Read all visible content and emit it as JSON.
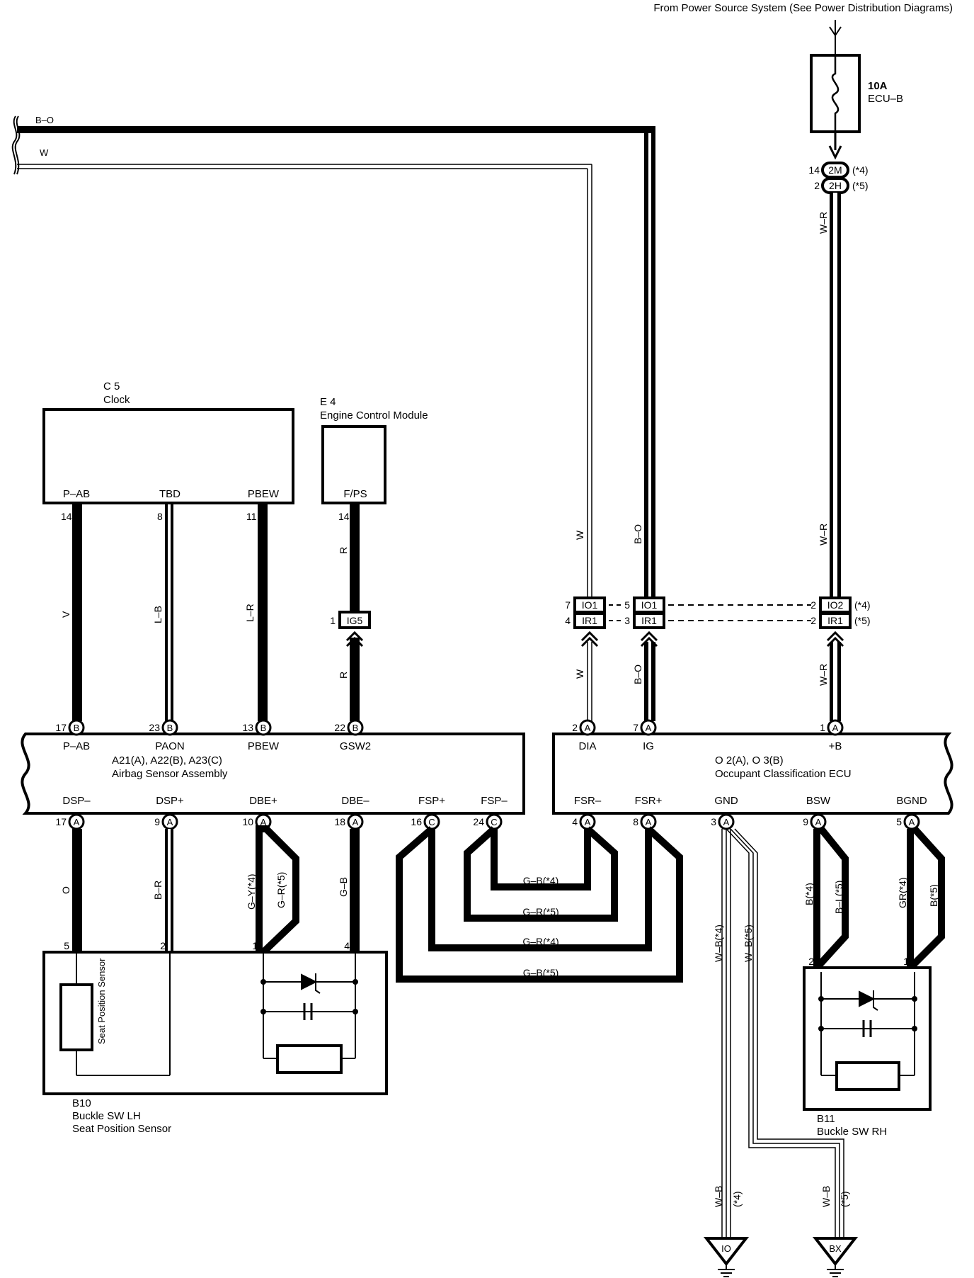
{
  "header": {
    "source_note": "From Power Source System  (See Power Distribution Diagrams)"
  },
  "fuse": {
    "rating": "10A",
    "name": "ECU–B"
  },
  "fuse_connectors": [
    {
      "pin": "14",
      "code": "2M",
      "note": "(*4)"
    },
    {
      "pin": "2",
      "code": "2H",
      "note": "(*5)"
    }
  ],
  "top_wires": {
    "bo": "B–O",
    "w": "W"
  },
  "clock": {
    "ref": "C 5",
    "name": "Clock",
    "terms": [
      "P–AB",
      "TBD",
      "PBEW"
    ],
    "pins": [
      "14",
      "8",
      "11"
    ],
    "wires": [
      "V",
      "L–B",
      "L–R"
    ]
  },
  "ecm": {
    "ref": "E 4",
    "name": "Engine Control Module",
    "term": "F/PS",
    "pin": "14",
    "wire_top": "R",
    "wire_bot": "R",
    "junction": {
      "pin": "1",
      "code": "IG5"
    }
  },
  "airbag": {
    "ref": "A21(A), A22(B), A23(C)",
    "name": "Airbag Sensor Assembly",
    "top_terms": [
      "P–AB",
      "PAON",
      "PBEW",
      "GSW2"
    ],
    "top_pins": [
      "17",
      "23",
      "13",
      "22"
    ],
    "top_letters": [
      "B",
      "B",
      "B",
      "B"
    ],
    "bot_terms": [
      "DSP–",
      "DSP+",
      "DBE+",
      "DBE–",
      "FSP+",
      "FSP–"
    ],
    "bot_pins": [
      "17",
      "9",
      "10",
      "18",
      "16",
      "24"
    ],
    "bot_letters": [
      "A",
      "A",
      "A",
      "A",
      "C",
      "C"
    ]
  },
  "ocu": {
    "ref": "O 2(A), O 3(B)",
    "name": "Occupant Classification ECU",
    "top_terms": [
      "DIA",
      "IG",
      "+B"
    ],
    "top_pins": [
      "2",
      "7",
      "1"
    ],
    "top_letters": [
      "A",
      "A",
      "A"
    ],
    "bot_terms": [
      "FSR–",
      "FSR+",
      "GND",
      "BSW",
      "BGND"
    ],
    "bot_pins": [
      "4",
      "8",
      "3",
      "9",
      "5"
    ],
    "bot_letters": [
      "A",
      "A",
      "A",
      "A",
      "A"
    ]
  },
  "junctions": [
    {
      "pin": "7",
      "code": "IO1"
    },
    {
      "pin": "4",
      "code": "IR1"
    },
    {
      "pin": "5",
      "code": "IO1"
    },
    {
      "pin": "3",
      "code": "IR1"
    },
    {
      "pin": "2",
      "code": "IO2",
      "note": "(*4)"
    },
    {
      "pin": "2",
      "code": "IR1",
      "note": "(*5)"
    }
  ],
  "riser_wires": {
    "w": "W",
    "bo": "B–O",
    "wr": "W–R"
  },
  "loop_wires": [
    "G–B(*4)",
    "G–R(*5)",
    "G–R(*4)",
    "G–B(*5)"
  ],
  "airbag_wires": [
    "O",
    "B–R",
    "G–Y(*4)",
    "G–R(*5)",
    "G–B"
  ],
  "b10": {
    "pins": [
      "5",
      "2",
      "1",
      "4"
    ],
    "sensor": "Seat Position Sensor",
    "ref": "B10",
    "name1": "Buckle SW LH",
    "name2": "Seat Position Sensor"
  },
  "b11": {
    "pins": [
      "2",
      "1"
    ],
    "wires": [
      "B(*4)",
      "B–L(*5)",
      "GR(*4)",
      "B(*5)"
    ],
    "ref": "B11",
    "name": "Buckle SW RH"
  },
  "ground": {
    "wires_mid": [
      "W–B(*4)",
      "W–B(*5)"
    ],
    "io": {
      "wire": "W–B",
      "note": "(*4)",
      "code": "IO"
    },
    "bx": {
      "wire": "W–B",
      "note": "(*5)",
      "code": "BX"
    }
  }
}
